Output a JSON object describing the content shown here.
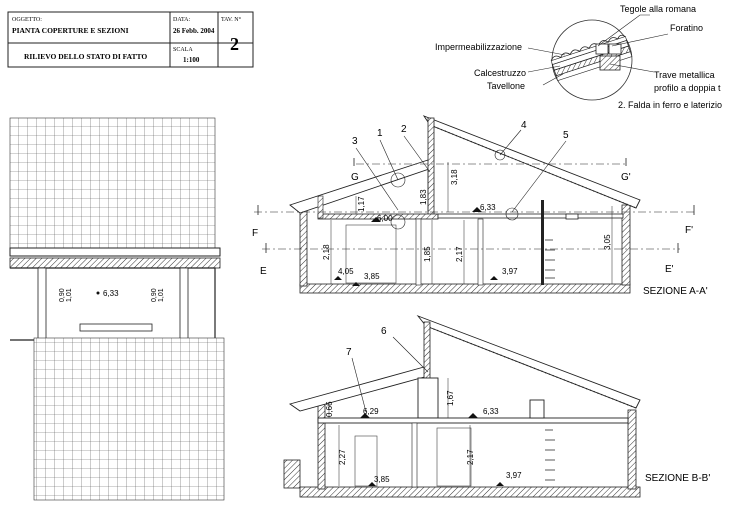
{
  "title_block": {
    "oggetto_label": "OGGETTO:",
    "oggetto_value": "PIANTA COPERTURE E SEZIONI",
    "data_label": "DATA:",
    "data_value": "26 Febb. 2004",
    "tav_label": "TAV. N°",
    "tav_value": "2",
    "subtitle": "RILIEVO DELLO STATO DI FATTO",
    "scala_label": "SCALA",
    "scala_value": "1:100"
  },
  "detail": {
    "labels": {
      "tegole": "Tegole alla romana",
      "foratino": "Foratino",
      "impermeabilizzazione": "Impermeabilizzazione",
      "calcestruzzo": "Calcestruzzo",
      "tavellone": "Tavellone",
      "trave1": "Trave metallica",
      "trave2": "profilo a doppia t",
      "caption": "2. Falda in ferro e laterizio"
    }
  },
  "plan": {
    "elevation": "6,33",
    "dim1": "0,90",
    "dim2": "1,01",
    "dim3": "0,90",
    "dim4": "1,01"
  },
  "section_aa": {
    "title": "SEZIONE A-A'",
    "markers": {
      "g": "G",
      "g2": "G'",
      "f": "F",
      "f2": "F'",
      "e": "E",
      "e2": "E'"
    },
    "callouts": [
      "1",
      "2",
      "3",
      "4",
      "5"
    ],
    "dims": {
      "d_318": "3,18",
      "d_183": "1,83",
      "d_117": "1,17",
      "d_600": "6,00",
      "d_633": "6,33",
      "d_218": "2,18",
      "d_185": "1,85",
      "d_217": "2,17",
      "d_305": "3,05",
      "d_405": "4,05",
      "d_385": "3,85",
      "d_397": "3,97"
    }
  },
  "section_bb": {
    "title": "SEZIONE B-B'",
    "callouts": [
      "6",
      "7"
    ],
    "dims": {
      "d_066": "0,66",
      "d_629": "6,29",
      "d_167": "1,67",
      "d_633": "6,33",
      "d_227": "2,27",
      "d_217": "2,17",
      "d_385": "3,85",
      "d_397": "3,97"
    }
  }
}
